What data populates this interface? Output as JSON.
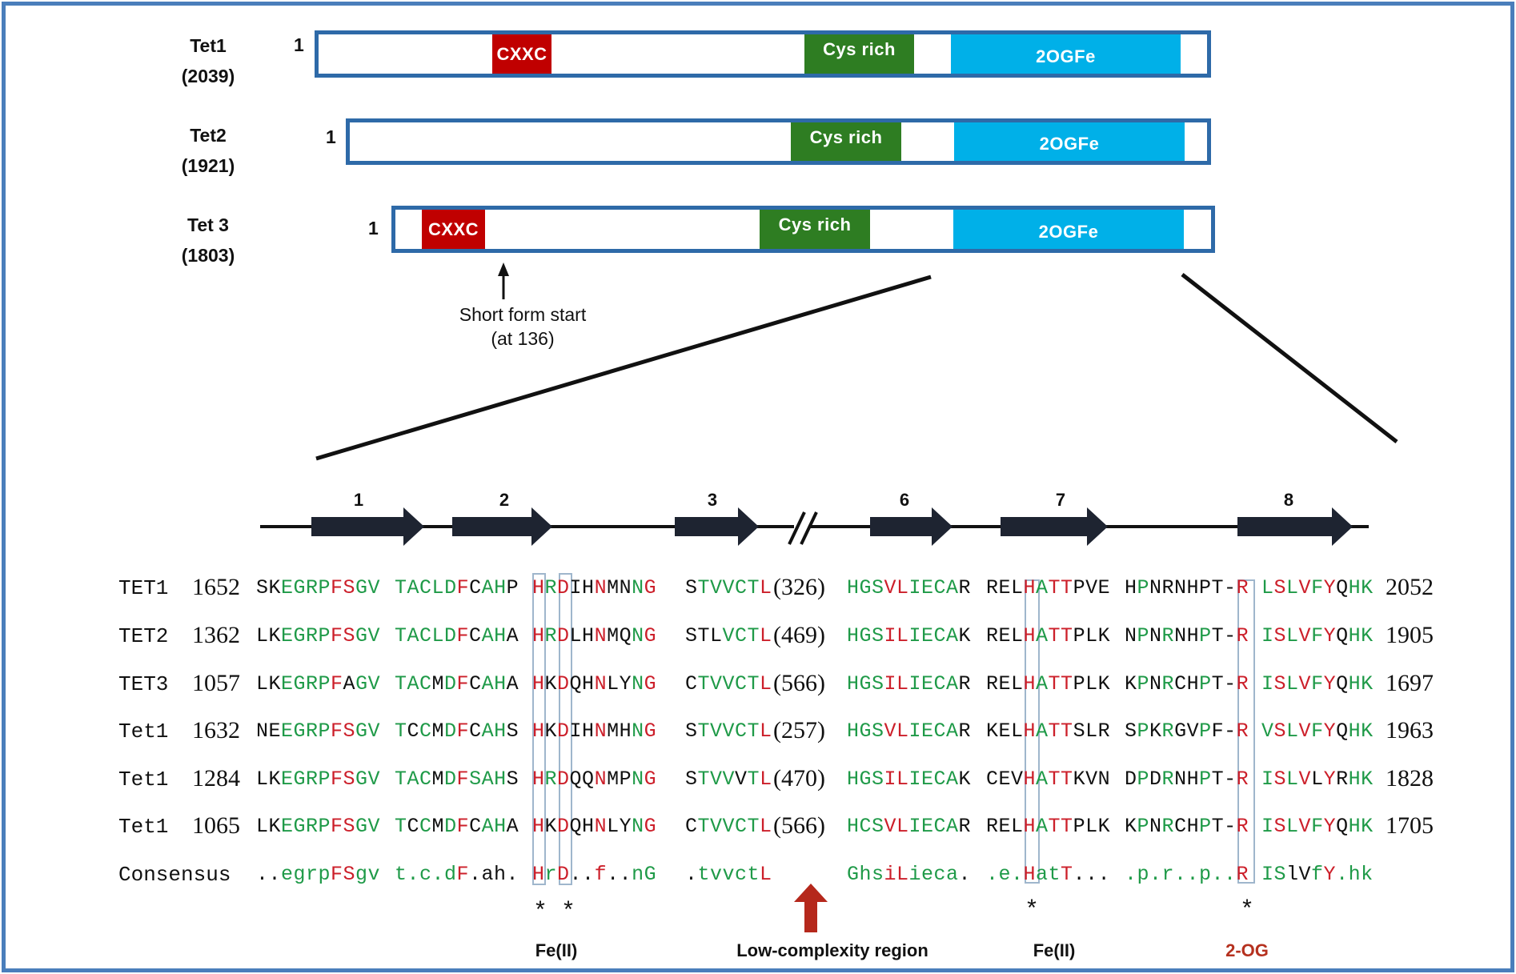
{
  "figure": {
    "colors": {
      "frame": "#4a7ebb",
      "bar_border": "#2e6aa8",
      "cxxc": "#c00000",
      "cys_rich": "#2e7d22",
      "2ogfe": "#00b0e8",
      "conserved_red": "#cc1f2a",
      "similar_green": "#1f9a48",
      "site_box": "#9fb6cc",
      "arrow_red": "#b5281c",
      "og_label": "#b5311f"
    }
  },
  "proteins": [
    {
      "name": "Tet1",
      "length_label": "(2039)",
      "start": "1",
      "domains": [
        {
          "type": "cxxc",
          "label": "CXXC"
        },
        {
          "type": "cys",
          "label": "Cys rich"
        },
        {
          "type": "2og",
          "label": "2OGFe"
        }
      ]
    },
    {
      "name": "Tet2",
      "length_label": "(1921)",
      "start": "1",
      "domains": [
        {
          "type": "cys",
          "label": "Cys rich"
        },
        {
          "type": "2og",
          "label": "2OGFe"
        }
      ]
    },
    {
      "name": "Tet 3",
      "length_label": "(1803)",
      "start": "1",
      "domains": [
        {
          "type": "cxxc",
          "label": "CXXC"
        },
        {
          "type": "cys",
          "label": "Cys rich"
        },
        {
          "type": "2og",
          "label": "2OGFe"
        }
      ]
    }
  ],
  "short_form": {
    "line1": "Short form start",
    "line2": "(at 136)"
  },
  "strands": [
    "1",
    "2",
    "3",
    "6",
    "7",
    "8"
  ],
  "alignment": {
    "rows": [
      {
        "name": "TET1",
        "start": "1652",
        "gap": "(326)",
        "end": "2052",
        "blocks": [
          "SK|k EGRP|g FS|r GV|g",
          "T|g A|g C|g L|g D|g F|r C|k A|g H|g P|k",
          "H|r R|g D|r IH|k N|r MN|k N|g G|r",
          "S|k TVVCT|g L|r",
          "HGS|g VL|r IECA|g R|k",
          "REL|k H|r A|g TT|r PVE|k",
          "H|k P|g NRNHPT-|k R|r",
          "L|g S|r L|g V|r F|g Y|r Q|k HK|g"
        ]
      },
      {
        "name": "TET2",
        "start": "1362",
        "gap": "(469)",
        "end": "1905",
        "blocks": [
          "LK|k EGRP|g FS|r GV|g",
          "TACL|g D|g F|r C|k AH|g A|k",
          "H|r R|g D|r LH|k N|r MQ|k N|g G|r",
          "S|k TL|k VCT|g L|r",
          "HGS|g IL|r IECA|g K|k",
          "REL|k H|r A|g TT|r PLK|k",
          "N|k P|g N|k R|g NH|k P|g T-|k R|r",
          "I|g S|r L|g V|r F|g Y|r Q|k HK|g"
        ]
      },
      {
        "name": "TET3",
        "start": "1057",
        "gap": "(566)",
        "end": "1697",
        "blocks": [
          "LK|k EGRP|g F|r A|k GV|g",
          "TAC|g M|k D|g F|r C|k AH|g A|k",
          "H|r K|k D|r QH|k N|r LY|k N|g G|r",
          "C|k TVVCT|g L|r",
          "HGS|g IL|r IECA|g R|k",
          "REL|k H|r A|g TT|r PLK|k",
          "K|k P|g N|k R|g CH|k P|g T-|k R|r",
          "I|g S|r L|g V|r F|g Y|r Q|k HK|g"
        ]
      },
      {
        "name": "Tet1",
        "start": "1632",
        "gap": "(257)",
        "end": "1963",
        "blocks": [
          "NE|k EGRP|g FS|r GV|g",
          "T|g C|k C|g M|k D|g F|r C|k AH|g S|k",
          "H|r K|k D|r IH|k N|r MH|k N|g G|r",
          "S|k TVVCT|g L|r",
          "HGS|g VL|r IECA|g R|k",
          "KEL|k H|r A|g TT|r SLR|k",
          "S|k P|g K|k R|g GV|k P|g F-|k R|r",
          "V|g S|r L|g V|r F|g Y|r Q|k HK|g"
        ]
      },
      {
        "name": "Tet1",
        "start": "1284",
        "gap": "(470)",
        "end": "1828",
        "blocks": [
          "LK|k EGRP|g FS|r GV|g",
          "TAC|g M|k D|g F|r SAH|g S|k",
          "H|r R|g D|r QQ|k N|r MP|k N|g G|r",
          "S|k TVV|g V|k T|g L|r",
          "HGS|g IL|r IECA|g K|k",
          "CEV|k H|r A|g TT|r KVN|k",
          "D|k P|g D|k R|g NH|k P|g T-|k R|r",
          "I|g S|r L|g V|r L|k Y|r R|k HK|g"
        ]
      },
      {
        "name": "Tet1",
        "start": "1065",
        "gap": "(566)",
        "end": "1705",
        "blocks": [
          "LK|k EGRP|g FS|r GV|g",
          "T|g C|k C|g M|k D|g F|r C|k AH|g A|k",
          "H|r K|k D|r QH|k N|r LY|k N|g G|r",
          "C|k TVVCT|g L|r",
          "HCS|g VL|r IECA|g R|k",
          "REL|k H|r A|g TT|r PLK|k",
          "K|k P|g N|k R|g CH|k P|g T-|k R|r",
          "I|g S|r L|g V|r F|g Y|r Q|k HK|g"
        ]
      }
    ],
    "consensus": {
      "name": "Consensus",
      "blocks": [
        "..|k egrp|g FS|r gv|g",
        "t.c.d|g F|r .ah.|k",
        "H|r r|g D|r ..|k f|r ..|k nG|g",
        ".|k tvvct|g L|r",
        "Ghs|g iL|r ieca|g .|k",
        ".e.|g H|r at|g T|r ...|k",
        ".p.r..p..|g R|r",
        "IS|g lV|k f|g Y|r .hk|g"
      ]
    }
  },
  "annotations": {
    "asterisk": "*",
    "fe_label_1": "Fe(II)",
    "low_complexity_label": "Low-complexity region",
    "fe_label_2": "Fe(II)",
    "og_label": "2-OG"
  }
}
